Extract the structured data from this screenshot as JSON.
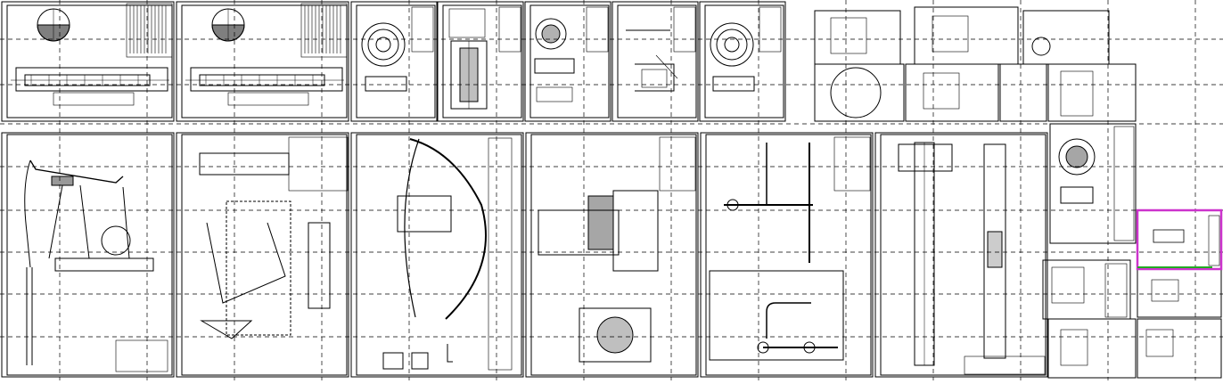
{
  "colors": {
    "paper": "#ffffff",
    "line": "#000000",
    "grid": "#000000",
    "highlight": "#cc33cc",
    "accent": "#22aa22"
  },
  "grid": {
    "visible": true,
    "style": "dashed"
  },
  "sheets": [
    {
      "id": "top-1",
      "content": "clamp-assembly"
    },
    {
      "id": "top-2",
      "content": "clamp-assembly"
    },
    {
      "id": "top-3",
      "content": "flange-detail"
    },
    {
      "id": "top-4",
      "content": "valve-section"
    },
    {
      "id": "top-5",
      "content": "gear-detail"
    },
    {
      "id": "top-6",
      "content": "bracket-detail"
    },
    {
      "id": "top-7",
      "content": "flange-detail"
    },
    {
      "id": "right-1",
      "content": "detail-cluster"
    },
    {
      "id": "main-1",
      "content": "pumping-unit"
    },
    {
      "id": "main-2",
      "content": "linkage-assembly"
    },
    {
      "id": "main-3",
      "content": "horsehead-arc"
    },
    {
      "id": "main-4",
      "content": "gearbox-section"
    },
    {
      "id": "main-5",
      "content": "piping-schematic"
    },
    {
      "id": "main-6",
      "content": "downhole-pump"
    },
    {
      "id": "side-1",
      "content": "gear-detail"
    },
    {
      "id": "side-2",
      "content": "detail-cluster"
    },
    {
      "id": "side-3",
      "content": "detail-cluster"
    },
    {
      "id": "side-4",
      "content": "detail-cluster"
    },
    {
      "id": "selected",
      "content": "selected-view"
    }
  ]
}
